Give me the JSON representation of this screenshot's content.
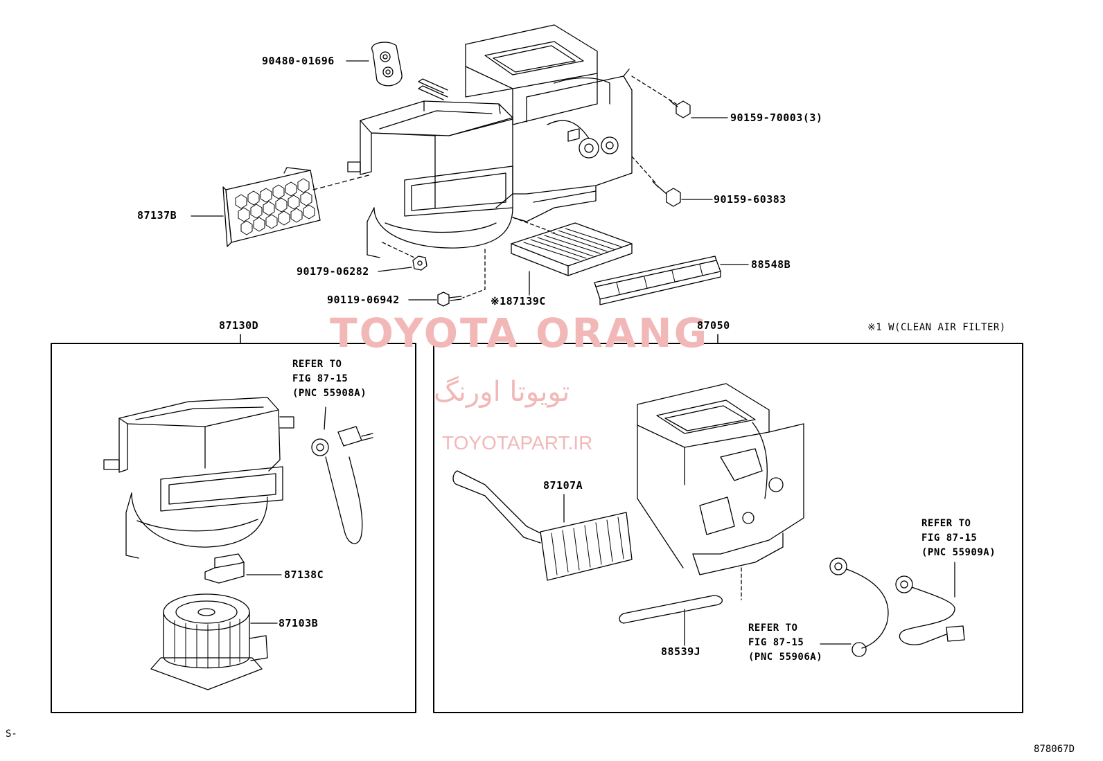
{
  "watermark": {
    "title": "TOYOTA ORANG",
    "persian": "تویوتا اورنگ",
    "url": "TOYOTAPART.IR",
    "color": "#f2b8b8"
  },
  "footnote": "※1 W(CLEAN AIR FILTER)",
  "corner_left": "S-",
  "corner_right": "878067D",
  "groups": {
    "left": "87130D",
    "right": "87050"
  },
  "parts": {
    "gasket": "90480-01696",
    "screw_top": "90159-70003(3)",
    "screw_mid": "90159-60383",
    "filter_cover": "87137B",
    "clip": "90179-06282",
    "screw_bottom": "90119-06942",
    "clean_air_filter": "※187139C",
    "duct": "88548B",
    "resistor": "87138C",
    "blower_motor": "87103B",
    "heater_core": "87107A",
    "hose": "88539J"
  },
  "refs": {
    "left": [
      "REFER TO",
      "FIG 87-15",
      "(PNC 55908A)"
    ],
    "right_top": [
      "REFER TO",
      "FIG 87-15",
      "(PNC 55909A)"
    ],
    "right_bottom": [
      "REFER TO",
      "FIG 87-15",
      "(PNC 55906A)"
    ]
  }
}
